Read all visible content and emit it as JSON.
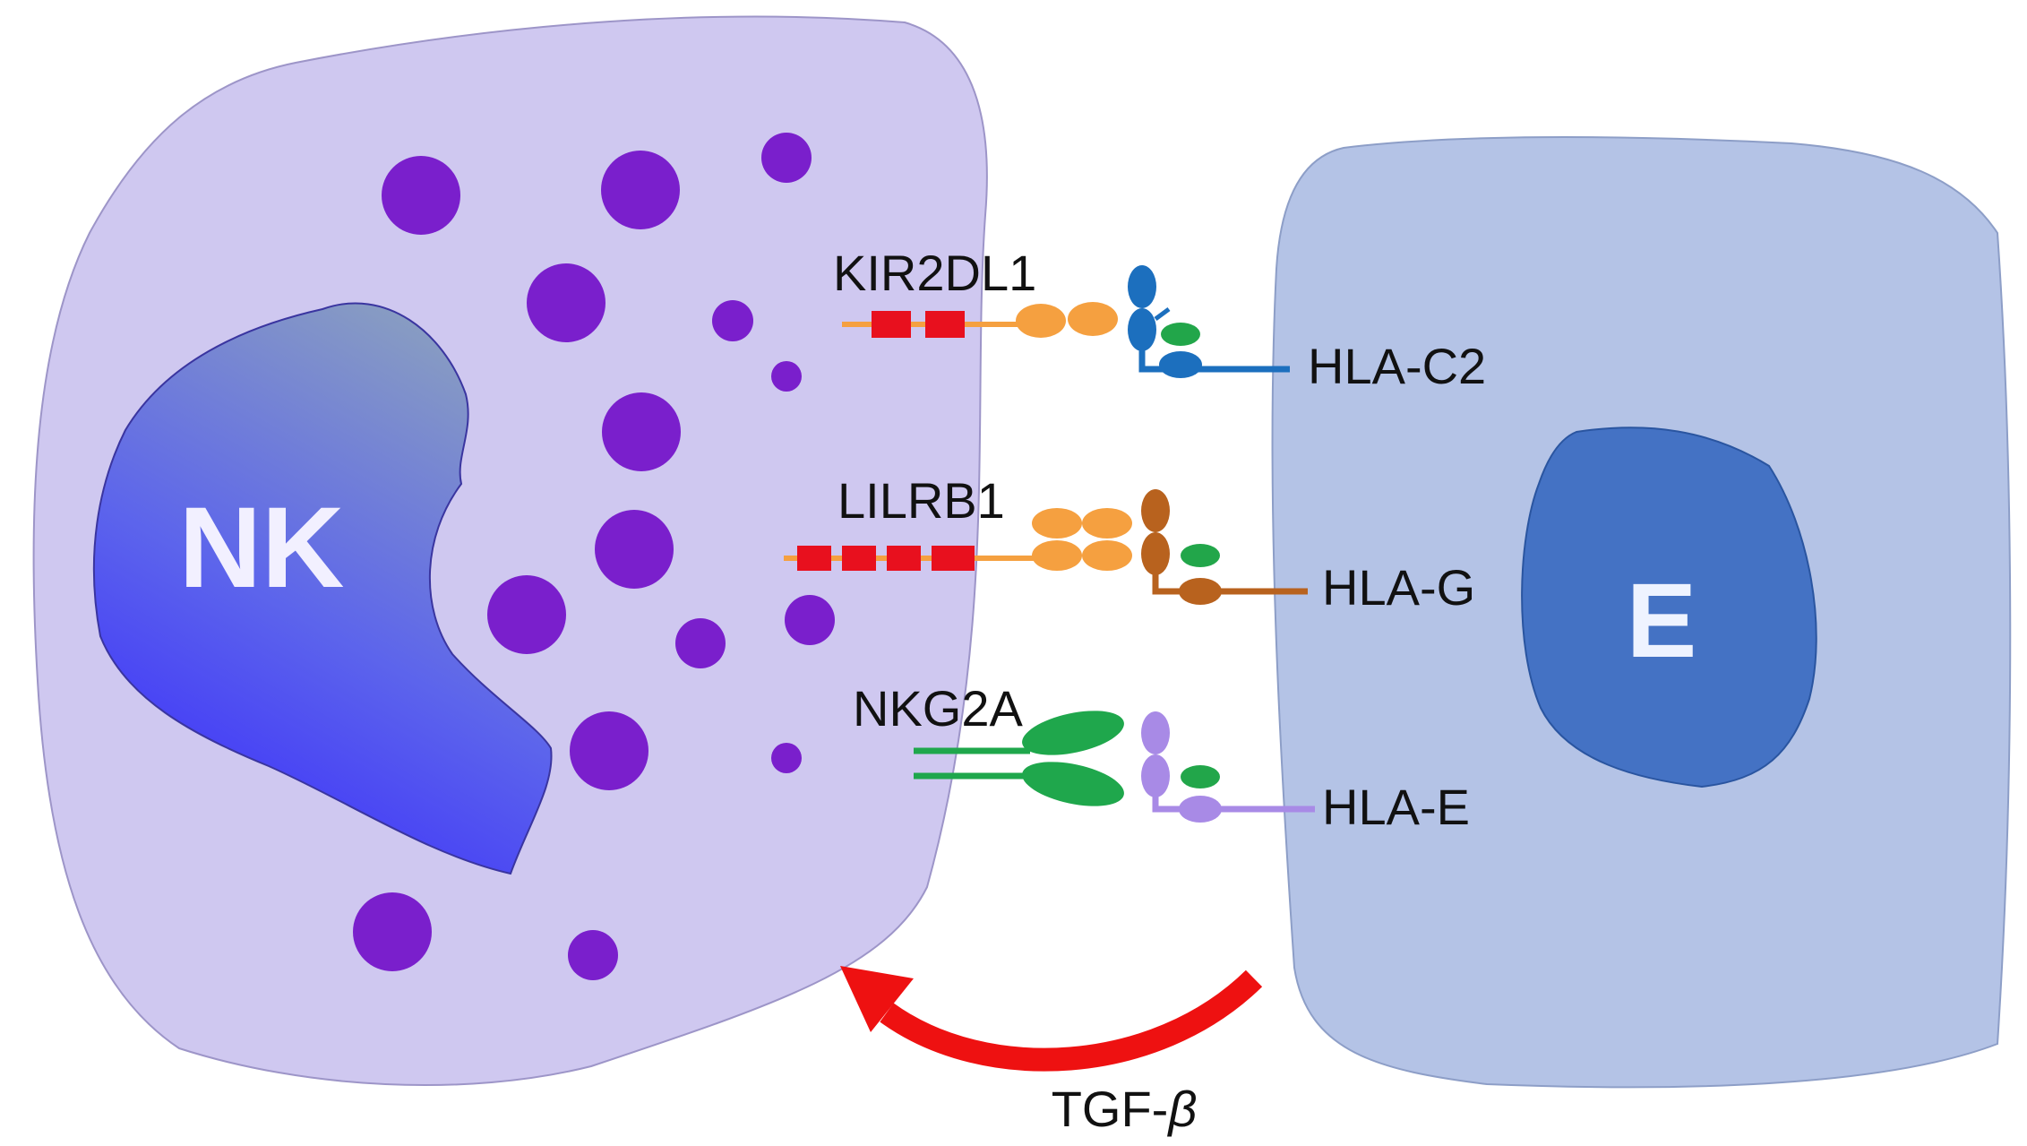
{
  "cells": {
    "nk_label": "NK",
    "e_label": "E"
  },
  "receptors": {
    "kir2dl1": "KIR2DL1",
    "lilrb1": "LILRB1",
    "nkg2a": "NKG2A"
  },
  "ligands": {
    "hla_c2": "HLA-C2",
    "hla_g": "HLA-G",
    "hla_e": "HLA-E"
  },
  "signal": {
    "prefix": "TGF-",
    "beta": "β"
  },
  "colors": {
    "nk_cell_fill": "#cfc8f0",
    "e_cell_fill": "#b4c3e6",
    "e_nucleus": "#4472c4",
    "granule": "#7a1fcc",
    "kir_orange": "#f5a040",
    "itim_red": "#e8101e",
    "hla_c2_blue": "#1c6fbe",
    "beta2m_green": "#22a64a",
    "hla_g_brown": "#b8621e",
    "hla_e_lavender": "#a88ae6",
    "nkg2a_green": "#1fa74c",
    "tgf_arrow_red": "#ee1111"
  }
}
